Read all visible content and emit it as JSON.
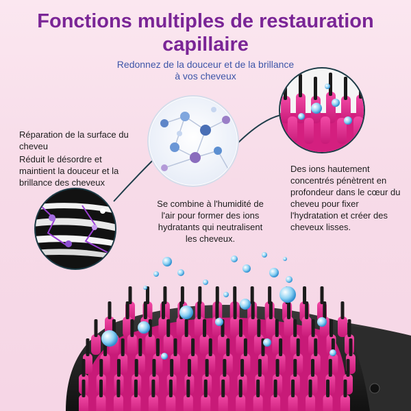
{
  "header": {
    "title_line1": "Fonctions multiples de restauration",
    "title_line2": "capillaire",
    "subtitle_line1": "Redonnez de la douceur et de la brillance",
    "subtitle_line2": "à vos cheveux"
  },
  "features": {
    "left_1": "Réparation de la surface du cheveu",
    "left_2": "Réduit le désordre et maintient la douceur et la brillance des cheveux",
    "center": "Se combine à l'humidité de l'air pour former des ions hydratants qui neutralisent les cheveux.",
    "right": "Des ions hautement concentrés pénètrent en profondeur dans le cœur du cheveu pour fixer l'hydratation et créer des cheveux lisses."
  },
  "colors": {
    "title": "#7a2596",
    "subtitle": "#3d55a8",
    "bristle_pink": "#e8238c",
    "brush_body": "#2a2a2a",
    "connector": "#1f3e4a"
  },
  "icons": [
    "molecule-circle",
    "hair-strand-circle",
    "bristle-closeup-circle",
    "hair-brush",
    "water-droplets"
  ]
}
